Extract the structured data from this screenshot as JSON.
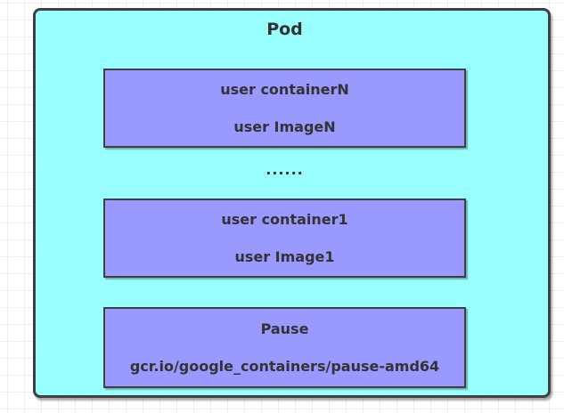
{
  "pod": {
    "title": "Pod",
    "ellipsis": "......",
    "containers": [
      {
        "name": "user containerN",
        "image": "user ImageN"
      },
      {
        "name": "user container1",
        "image": "user Image1"
      },
      {
        "name": "Pause",
        "image": "gcr.io/google_containers/pause-amd64"
      }
    ]
  },
  "colors": {
    "canvas_bg": "#ffffff",
    "grid_line": "#efefef",
    "pod_fill": "#99ffff",
    "container_fill": "#9999ff",
    "shape_border": "#404040",
    "text": "#333333"
  }
}
